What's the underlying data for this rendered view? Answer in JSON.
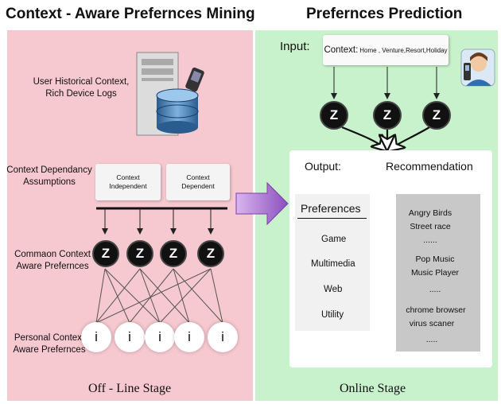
{
  "left": {
    "title": "Context - Aware Prefernces Mining",
    "historical_label_1": "User Historical Context,",
    "historical_label_2": "Rich Device Logs",
    "dependency_label_1": "Context Dependancy",
    "dependency_label_2": "Assumptions",
    "card_independent_1": "Context",
    "card_independent_2": "Independent",
    "card_dependent_1": "Context",
    "card_dependent_2": "Dependent",
    "common_label_1": "Commaon Context",
    "common_label_2": "Aware Prefernces",
    "personal_label_1": "Personal Context",
    "personal_label_2": "Aware Prefernces",
    "z_nodes": [
      "Z",
      "Z",
      "Z",
      "Z"
    ],
    "i_nodes": [
      "i",
      "i",
      "i",
      "i",
      "i"
    ],
    "stage": "Off - Line Stage"
  },
  "right": {
    "title": "Prefernces Prediction",
    "input_label": "Input:",
    "context_prefix": "Context:",
    "context_values": "Home , Venture,Resort,Holiday",
    "z_nodes": [
      "Z",
      "Z",
      "Z"
    ],
    "output_label": "Output:",
    "recommendation_label": "Recommendation",
    "preferences_header": "Preferences",
    "preferences": [
      "Game",
      "Multimedia",
      "Web",
      "Utility"
    ],
    "recommendations": [
      "Angry Birds",
      "Street race",
      "......",
      "Pop Music",
      "Music Player",
      ".....",
      "chrome browser",
      "virus scaner",
      "....."
    ],
    "stage": "Online Stage"
  },
  "colors": {
    "left_panel": "#f6c8cf",
    "right_panel": "#c7f2cb",
    "arrow_purple": "#9a62c4",
    "node_dark": "#111111"
  },
  "icons": [
    "server-database-icon",
    "phone-icon",
    "person-with-phone-icon",
    "arrow-right-icon"
  ]
}
